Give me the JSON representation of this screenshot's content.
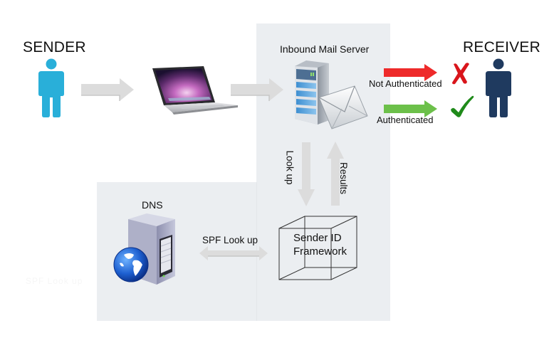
{
  "diagram": {
    "title": "Sender ID Framework email authentication flow",
    "nodes": {
      "sender": {
        "label": "SENDER",
        "icon": "person-icon",
        "color": "#29afd9"
      },
      "laptop": {
        "icon": "laptop-icon"
      },
      "inbound_server": {
        "label": "Inbound Mail Server",
        "icon": "mail-server-icon"
      },
      "receiver": {
        "label": "RECEIVER",
        "icon": "person-icon",
        "color": "#1f3a5f"
      },
      "dns": {
        "label": "DNS",
        "icon": "dns-server-globe-icon",
        "ghost_label": "SPF Look up"
      },
      "sender_id_framework": {
        "label_line1": "Sender ID",
        "label_line2": "Framework",
        "icon": "wireframe-cube-icon"
      }
    },
    "edges": {
      "sender_to_laptop": {
        "label": ""
      },
      "laptop_to_server": {
        "label": ""
      },
      "not_authenticated": {
        "label": "Not Authenticated",
        "color": "#ee2a2a",
        "result_icon": "red-x-icon"
      },
      "authenticated": {
        "label": "Authenticated",
        "color": "#6cc04a",
        "result_icon": "green-check-icon"
      },
      "look_up": {
        "label": "Look up"
      },
      "results": {
        "label": "Results"
      },
      "spf_look_up": {
        "label": "SPF Look up"
      }
    },
    "colors": {
      "panel": "#ebeef1",
      "arrow_gray": "#dcdcdc",
      "reject_red": "#ee2a2a",
      "accept_green": "#6cc04a",
      "x_mark": "#d9151b",
      "check_mark": "#1f8a1a"
    }
  }
}
